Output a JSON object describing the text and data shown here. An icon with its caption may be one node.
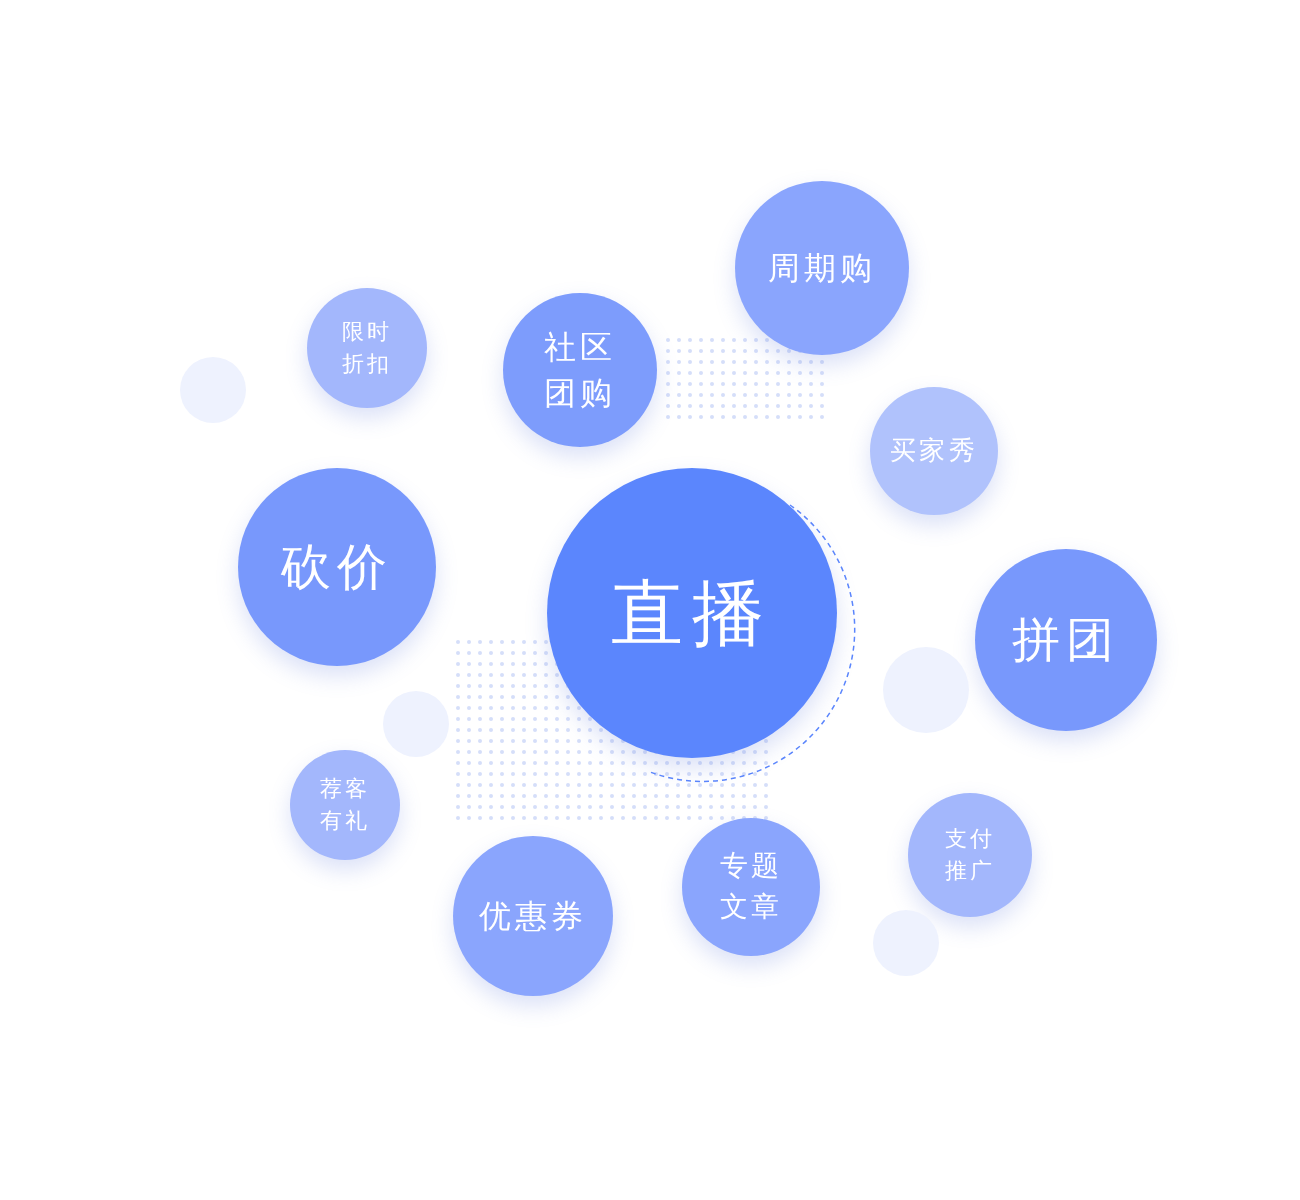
{
  "diagram": {
    "nodes": [
      {
        "text": [
          "周期购"
        ]
      },
      {
        "text": [
          "限时折扣"
        ]
      },
      {
        "text": [
          "社区团购"
        ]
      },
      {
        "text": [],
        "shape": "circle"
      },
      {
        "text": [
          "买家秀"
        ]
      },
      {
        "text": [
          "砍价"
        ]
      },
      {
        "text": [
          "直播"
        ]
      },
      {
        "text": [
          "拼团"
        ]
      },
      {
        "text": [],
        "shape": "circle"
      },
      {
        "text": [],
        "shape": "circle"
      },
      {
        "text": [
          "荐客有礼"
        ]
      },
      {
        "text": [
          "支付推广"
        ]
      },
      {
        "text": [
          "专题文章"
        ]
      },
      {
        "text": [
          "优惠券"
        ]
      },
      {
        "text": [],
        "shape": "circle"
      }
    ]
  }
}
